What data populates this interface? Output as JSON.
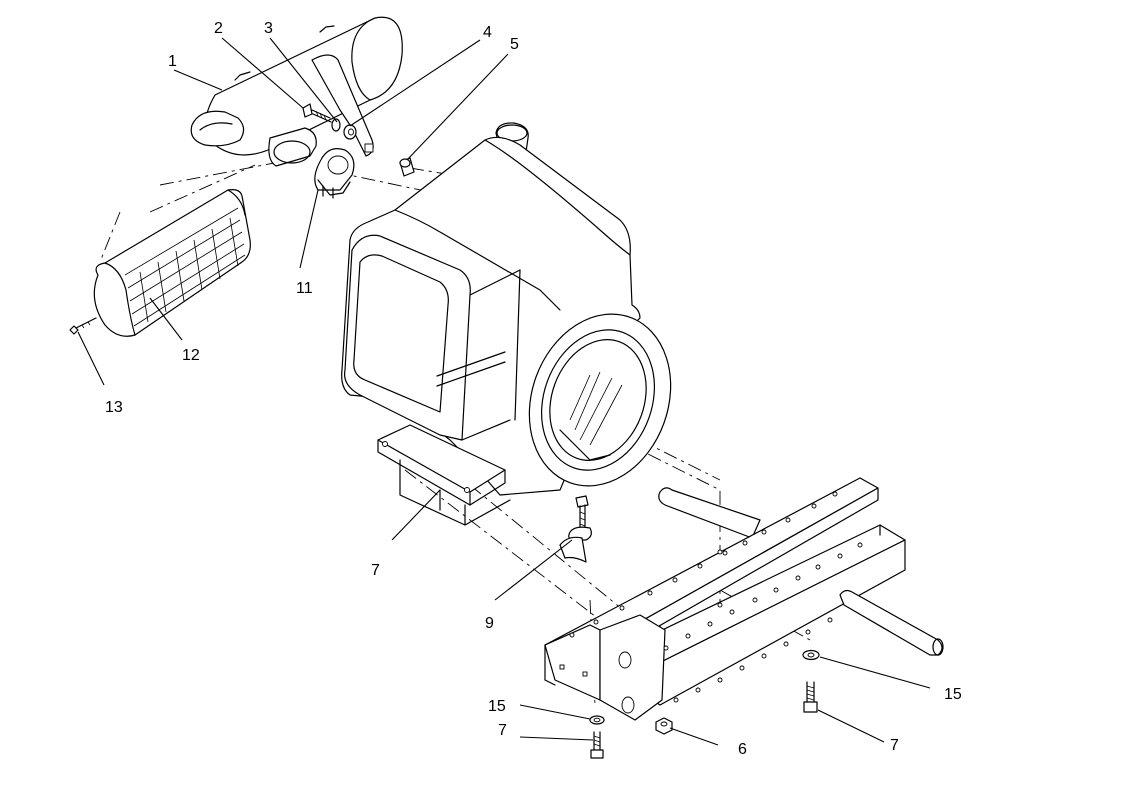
{
  "callouts": {
    "c1": "1",
    "c2": "2",
    "c3": "3",
    "c4": "4",
    "c5": "5",
    "c6": "6",
    "c7a": "7",
    "c7b": "7",
    "c7c": "7",
    "c9": "9",
    "c11": "11",
    "c12": "12",
    "c13": "13",
    "c15a": "15",
    "c15b": "15"
  }
}
